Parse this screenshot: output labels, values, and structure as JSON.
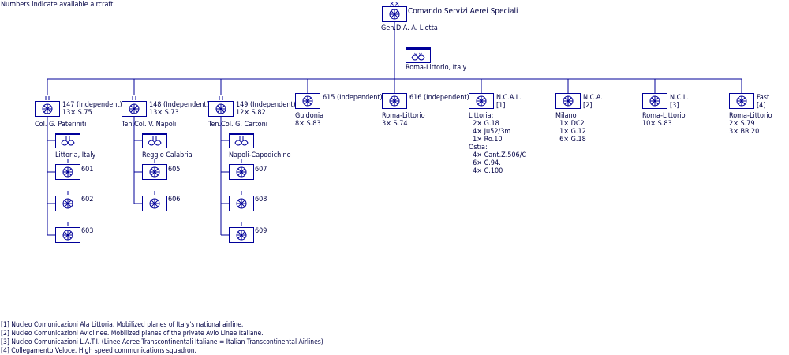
{
  "note": "Numbers indicate available aircraft",
  "command": {
    "name": "Comando Servizi Aerei Speciali",
    "commander": "Gen.D.A.  A. Liotta",
    "base": "Roma-Littorio, Italy"
  },
  "groups": [
    {
      "id": "147",
      "number": "147 (Independent)",
      "aircraft": "13× S.75",
      "commander": "Col.  G. Pateriniti",
      "base": "Littoria, Italy",
      "squadrons": [
        "601",
        "602",
        "603"
      ]
    },
    {
      "id": "148",
      "number": "148 (Independent)",
      "aircraft": "13× S.73",
      "commander": "Ten.Col.  V. Napoli",
      "base": "Reggio Calabria",
      "squadrons": [
        "605",
        "606"
      ]
    },
    {
      "id": "149",
      "number": "149 (Independent)",
      "aircraft": "12× S.82",
      "commander": "Ten.Col.  G. Cartoni",
      "base": "Napoli-Capodichino",
      "squadrons": [
        "607",
        "608",
        "609"
      ]
    }
  ],
  "units": [
    {
      "id": "615",
      "number": "615 (Independent)",
      "detail": "Guidonia\n8× S.83"
    },
    {
      "id": "616",
      "number": "616 (Independent)",
      "detail": "Roma-Littorio\n3× S.74"
    },
    {
      "id": "ncal",
      "number": "N.C.A.L.\n[1]",
      "detail": "Littoria:\n  2× G.18\n  4× Ju52/3m\n  1× Ro.10\nOstia:\n  4× Cant.Z.506/C\n  6× C.94.\n  4× C.100"
    },
    {
      "id": "nca",
      "number": "N.C.A.\n[2]",
      "detail": "Milano\n  1× DC2\n  1× G.12\n  6× G.18"
    },
    {
      "id": "ncl",
      "number": "N.C.L.\n[3]",
      "detail": "Roma-Littorio\n10× S.83"
    },
    {
      "id": "fast",
      "number": "Fast\n[4]",
      "detail": "Roma-Littorio\n2× S.79\n3× BR.20"
    }
  ],
  "footnotes": [
    "[1] Nucleo Comunicazioni Ala Littoria. Mobilized planes of Italy's national airline.",
    "[2] Nucleo Comunicazioni Aviolinee. Mobilized planes of the private Avio Linee Italiane.",
    "[3] Nucleo Comunicazioni L.A.T.I. (Linee Aeree Transcontinentali Italiane = Italian Transcontinental Airlines)",
    "[4] Collegamento Veloce. High speed communications squadron."
  ],
  "colors": {
    "symbol": "#000099",
    "line": "#000099",
    "text": "#000044",
    "basebar": "#000099"
  }
}
